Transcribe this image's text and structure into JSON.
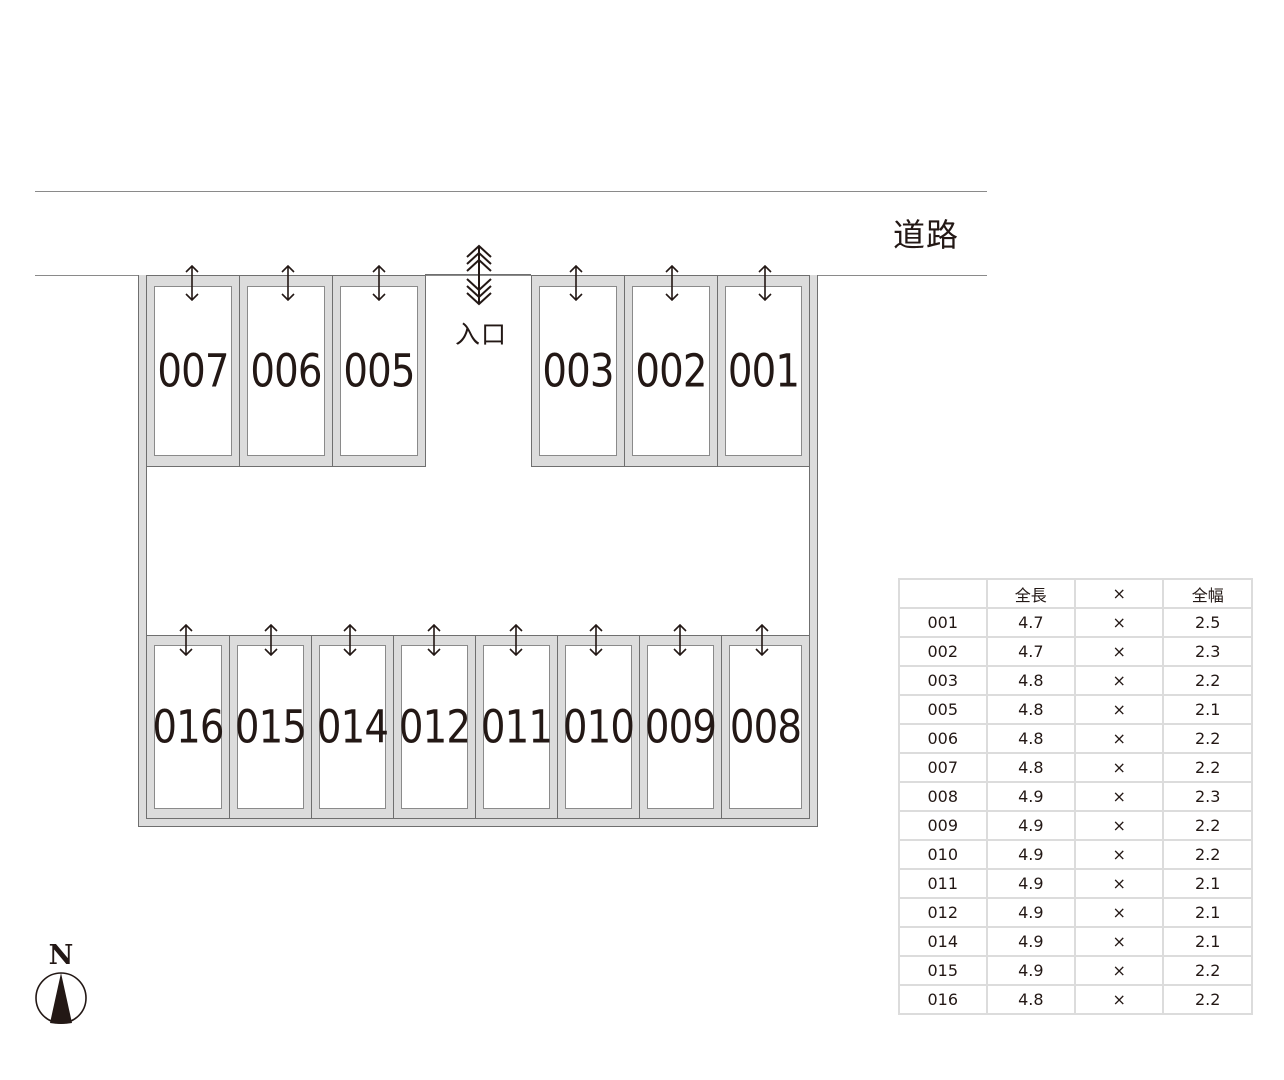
{
  "road": {
    "label": "道路"
  },
  "entrance": {
    "label": "入口",
    "icon": "double-chevron-bidirectional-arrow"
  },
  "compass": {
    "label": "N",
    "icon": "north-arrow-icon"
  },
  "parking_spaces": {
    "top_left": [
      {
        "id": "007"
      },
      {
        "id": "006"
      },
      {
        "id": "005"
      }
    ],
    "top_right": [
      {
        "id": "003"
      },
      {
        "id": "002"
      },
      {
        "id": "001"
      }
    ],
    "bottom": [
      {
        "id": "016"
      },
      {
        "id": "015"
      },
      {
        "id": "014"
      },
      {
        "id": "012"
      },
      {
        "id": "011"
      },
      {
        "id": "010"
      },
      {
        "id": "009"
      },
      {
        "id": "008"
      }
    ]
  },
  "spec_table": {
    "headers": [
      "",
      "全長",
      "×",
      "全幅"
    ],
    "rows": [
      {
        "id": "001",
        "length": "4.7",
        "x": "×",
        "width": "2.5"
      },
      {
        "id": "002",
        "length": "4.7",
        "x": "×",
        "width": "2.3"
      },
      {
        "id": "003",
        "length": "4.8",
        "x": "×",
        "width": "2.2"
      },
      {
        "id": "005",
        "length": "4.8",
        "x": "×",
        "width": "2.1"
      },
      {
        "id": "006",
        "length": "4.8",
        "x": "×",
        "width": "2.2"
      },
      {
        "id": "007",
        "length": "4.8",
        "x": "×",
        "width": "2.2"
      },
      {
        "id": "008",
        "length": "4.9",
        "x": "×",
        "width": "2.3"
      },
      {
        "id": "009",
        "length": "4.9",
        "x": "×",
        "width": "2.2"
      },
      {
        "id": "010",
        "length": "4.9",
        "x": "×",
        "width": "2.2"
      },
      {
        "id": "011",
        "length": "4.9",
        "x": "×",
        "width": "2.1"
      },
      {
        "id": "012",
        "length": "4.9",
        "x": "×",
        "width": "2.1"
      },
      {
        "id": "014",
        "length": "4.9",
        "x": "×",
        "width": "2.1"
      },
      {
        "id": "015",
        "length": "4.9",
        "x": "×",
        "width": "2.2"
      },
      {
        "id": "016",
        "length": "4.8",
        "x": "×",
        "width": "2.2"
      }
    ]
  },
  "colors": {
    "wall_fill": "#dcdcdc",
    "line": "#6f6f6f",
    "text": "#231815",
    "road_line": "#8a8a8a"
  }
}
